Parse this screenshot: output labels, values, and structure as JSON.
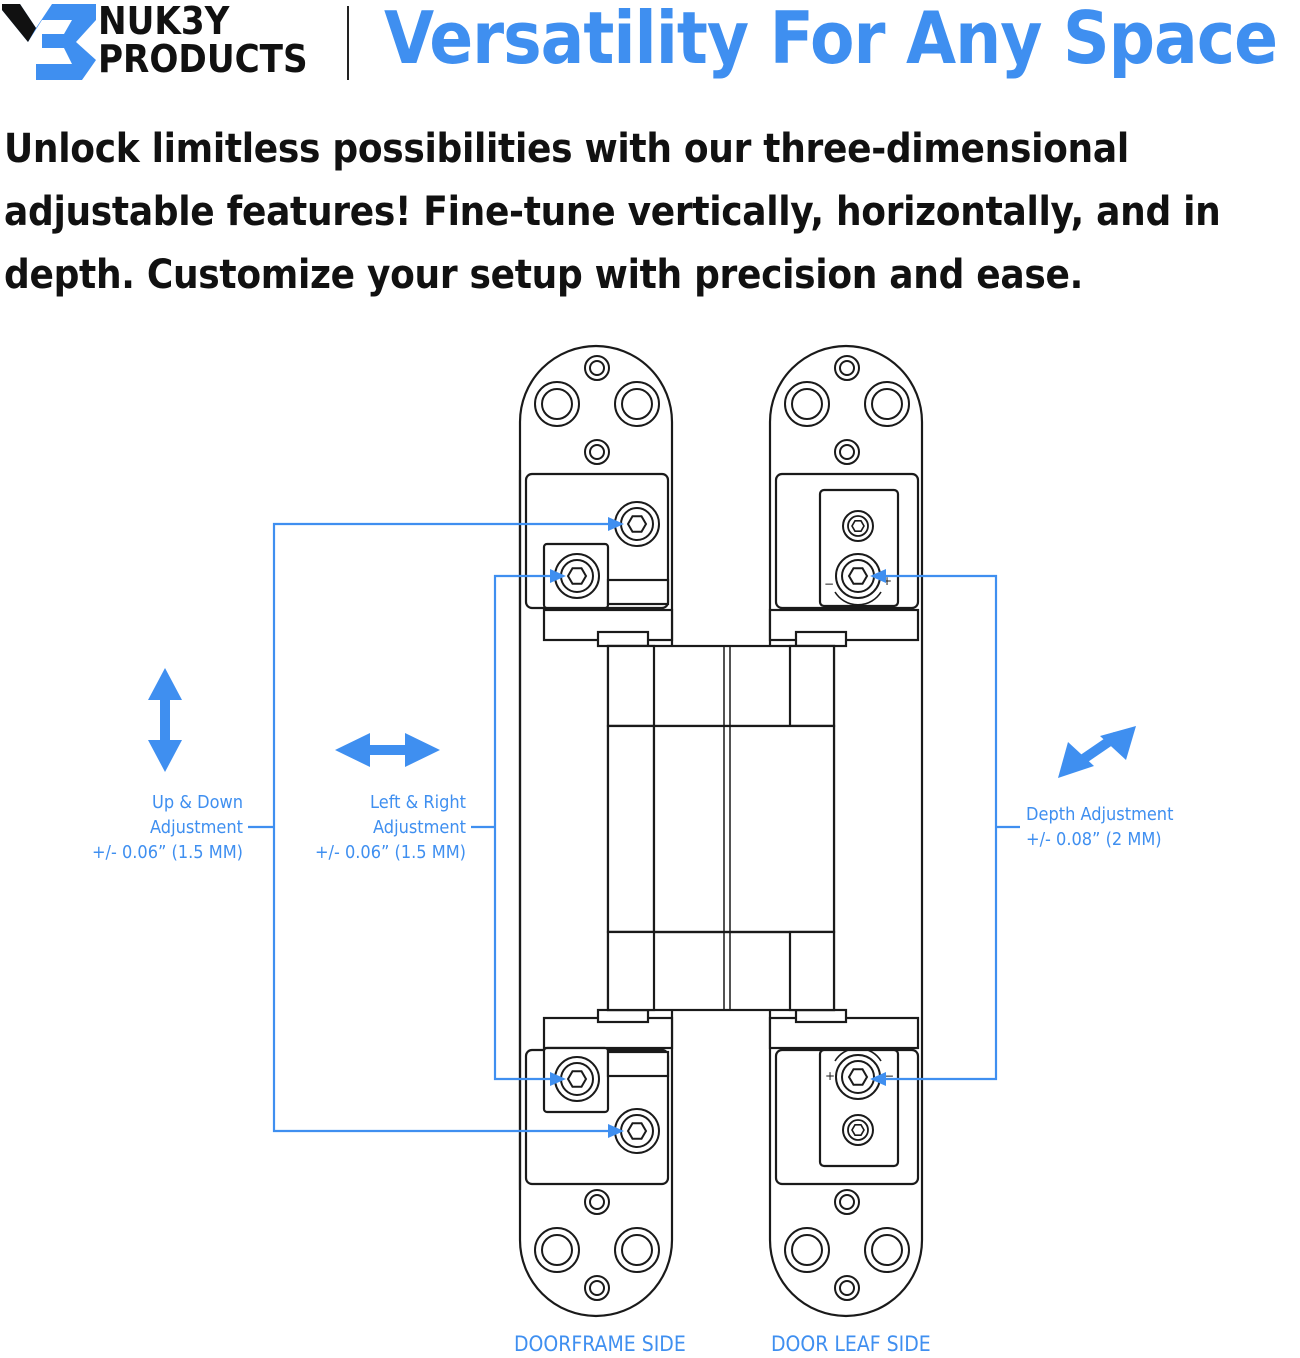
{
  "brand": {
    "line1": "NUK3Y",
    "line2": "PRODUCTS"
  },
  "headline": "Versatility For Any Space",
  "intro": "Unlock limitless possibilities with our three-dimensional adjustable features! Fine-tune vertically, horizontally, and in depth. Customize your setup with precision and ease.",
  "adjustments": {
    "up_down": {
      "line1": "Up & Down",
      "line2": "Adjustment",
      "line3": "+/- 0.06” (1.5 MM)"
    },
    "left_right": {
      "line1": "Left & Right",
      "line2": "Adjustment",
      "line3": "+/- 0.06” (1.5 MM)"
    },
    "depth": {
      "line1": "Depth Adjustment",
      "line2": "+/- 0.08” (2 MM)"
    }
  },
  "sides": {
    "doorframe": "DOORFRAME SIDE",
    "door_leaf": "DOOR LEAF SIDE"
  },
  "colors": {
    "accent": "#3f8ff0",
    "text": "#111111",
    "line": "#1a1a1a"
  }
}
